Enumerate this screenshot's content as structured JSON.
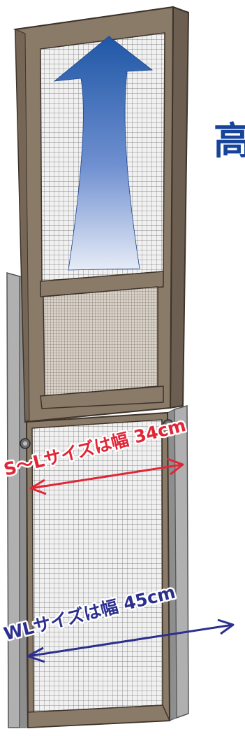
{
  "cutoff_heading": "高",
  "size_labels": {
    "s_to_l": "S～Lサイズは幅 34cm",
    "wl": "WLサイズは幅 45cm"
  },
  "colors": {
    "frame": "#8a7a68",
    "frame_dark": "#5a4c3e",
    "rail": "#a8a8a8",
    "mesh_bg": "#f1f1f1",
    "arrow_top": "#1f57a6",
    "arrow_bottom": "#e7ecf7",
    "label_red": "#e02636",
    "label_blue": "#2c2f8e",
    "heading": "#16449a"
  },
  "icons": [
    "up-airflow-arrow-icon",
    "double-arrow-width-icon"
  ]
}
